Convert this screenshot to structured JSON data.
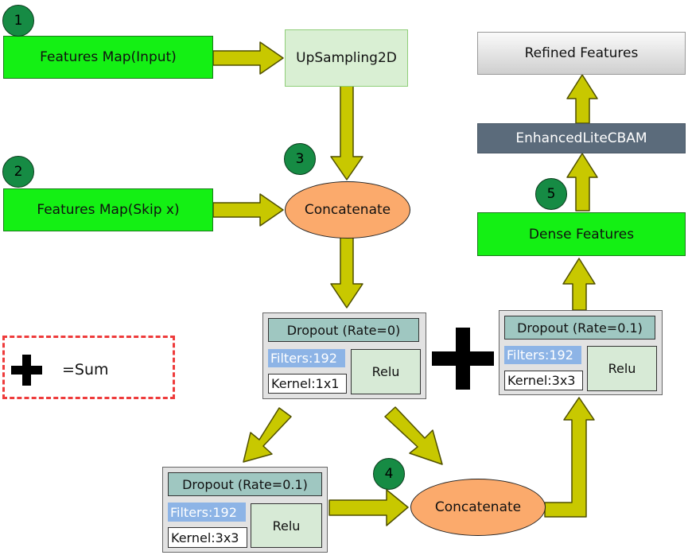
{
  "nodes": {
    "features_input": "Features Map(Input)",
    "features_skip": "Features Map(Skip x)",
    "upsampling": "UpSampling2D",
    "concat1": "Concatenate",
    "concat2": "Concatenate",
    "dense": "Dense Features",
    "cbam": "EnhancedLiteCBAM",
    "refined": "Refined Features"
  },
  "badges": [
    "1",
    "2",
    "3",
    "4",
    "5"
  ],
  "blocks": {
    "center": {
      "dropout": "Dropout (Rate=0)",
      "filters": "Filters:192",
      "kernel": "Kernel:1x1",
      "activation": "Relu"
    },
    "lower": {
      "dropout": "Dropout (Rate=0.1)",
      "filters": "Filters:192",
      "kernel": "Kernel:3x3",
      "activation": "Relu"
    },
    "right": {
      "dropout": "Dropout (Rate=0.1)",
      "filters": "Filters:192",
      "kernel": "Kernel:3x3",
      "activation": "Relu"
    }
  },
  "legend": {
    "text": "=Sum"
  },
  "colors": {
    "arrow_fill": "#c8c800",
    "arrow_stroke": "#4f4f00",
    "input_green": "#14f014",
    "badge_green": "#168b44",
    "concat_orange": "#fbaa6c",
    "cbam_slate": "#5b6b7b",
    "legend_border": "#ee3b3b"
  }
}
